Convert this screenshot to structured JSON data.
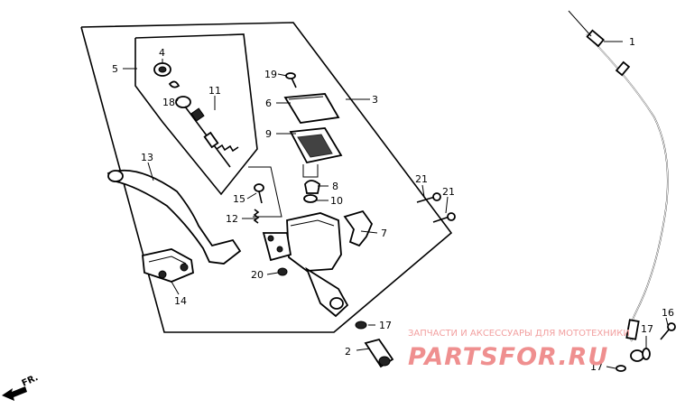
{
  "callouts": [
    {
      "id": "1",
      "text": "1"
    },
    {
      "id": "2",
      "text": "2"
    },
    {
      "id": "3",
      "text": "3"
    },
    {
      "id": "4",
      "text": "4"
    },
    {
      "id": "5",
      "text": "5"
    },
    {
      "id": "6",
      "text": "6"
    },
    {
      "id": "7",
      "text": "7"
    },
    {
      "id": "8",
      "text": "8"
    },
    {
      "id": "9",
      "text": "9"
    },
    {
      "id": "10",
      "text": "10"
    },
    {
      "id": "11",
      "text": "11"
    },
    {
      "id": "12",
      "text": "12"
    },
    {
      "id": "13",
      "text": "13"
    },
    {
      "id": "14",
      "text": "14"
    },
    {
      "id": "15",
      "text": "15"
    },
    {
      "id": "16",
      "text": "16"
    },
    {
      "id": "17a",
      "text": "17"
    },
    {
      "id": "17b",
      "text": "17"
    },
    {
      "id": "17c",
      "text": "17"
    },
    {
      "id": "18",
      "text": "18"
    },
    {
      "id": "19",
      "text": "19"
    },
    {
      "id": "20",
      "text": "20"
    },
    {
      "id": "21a",
      "text": "21"
    },
    {
      "id": "21b",
      "text": "21"
    }
  ],
  "direction_marker": "FR.",
  "watermark": {
    "tagline": "ЗАПЧАСТИ И АКСЕССУАРЫ ДЛЯ МОТОТЕХНИКИ",
    "brand": "PARTSFOR.RU"
  }
}
